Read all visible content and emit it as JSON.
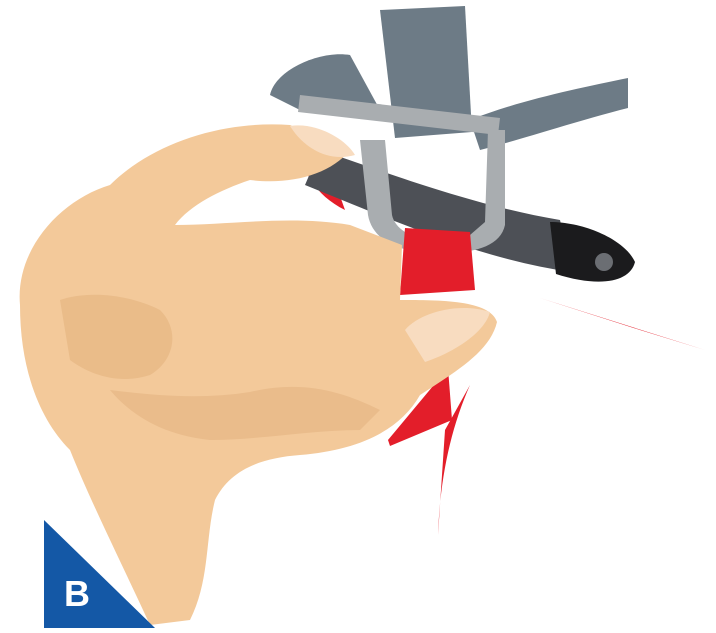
{
  "step_badge": {
    "label": "B",
    "color": "#1458a6"
  },
  "colors": {
    "skin": "#f3c99a",
    "skin_shadow": "#e2b07c",
    "nail": "#f8dcc0",
    "strap": "#6d7b86",
    "buckle": "#a9adb0",
    "tube": "#4d5056",
    "tip": "#1b1b1d",
    "arrow": "#e31e2a"
  },
  "icons": [
    "hand",
    "strap-buckle",
    "tube",
    "motion-arrow"
  ]
}
